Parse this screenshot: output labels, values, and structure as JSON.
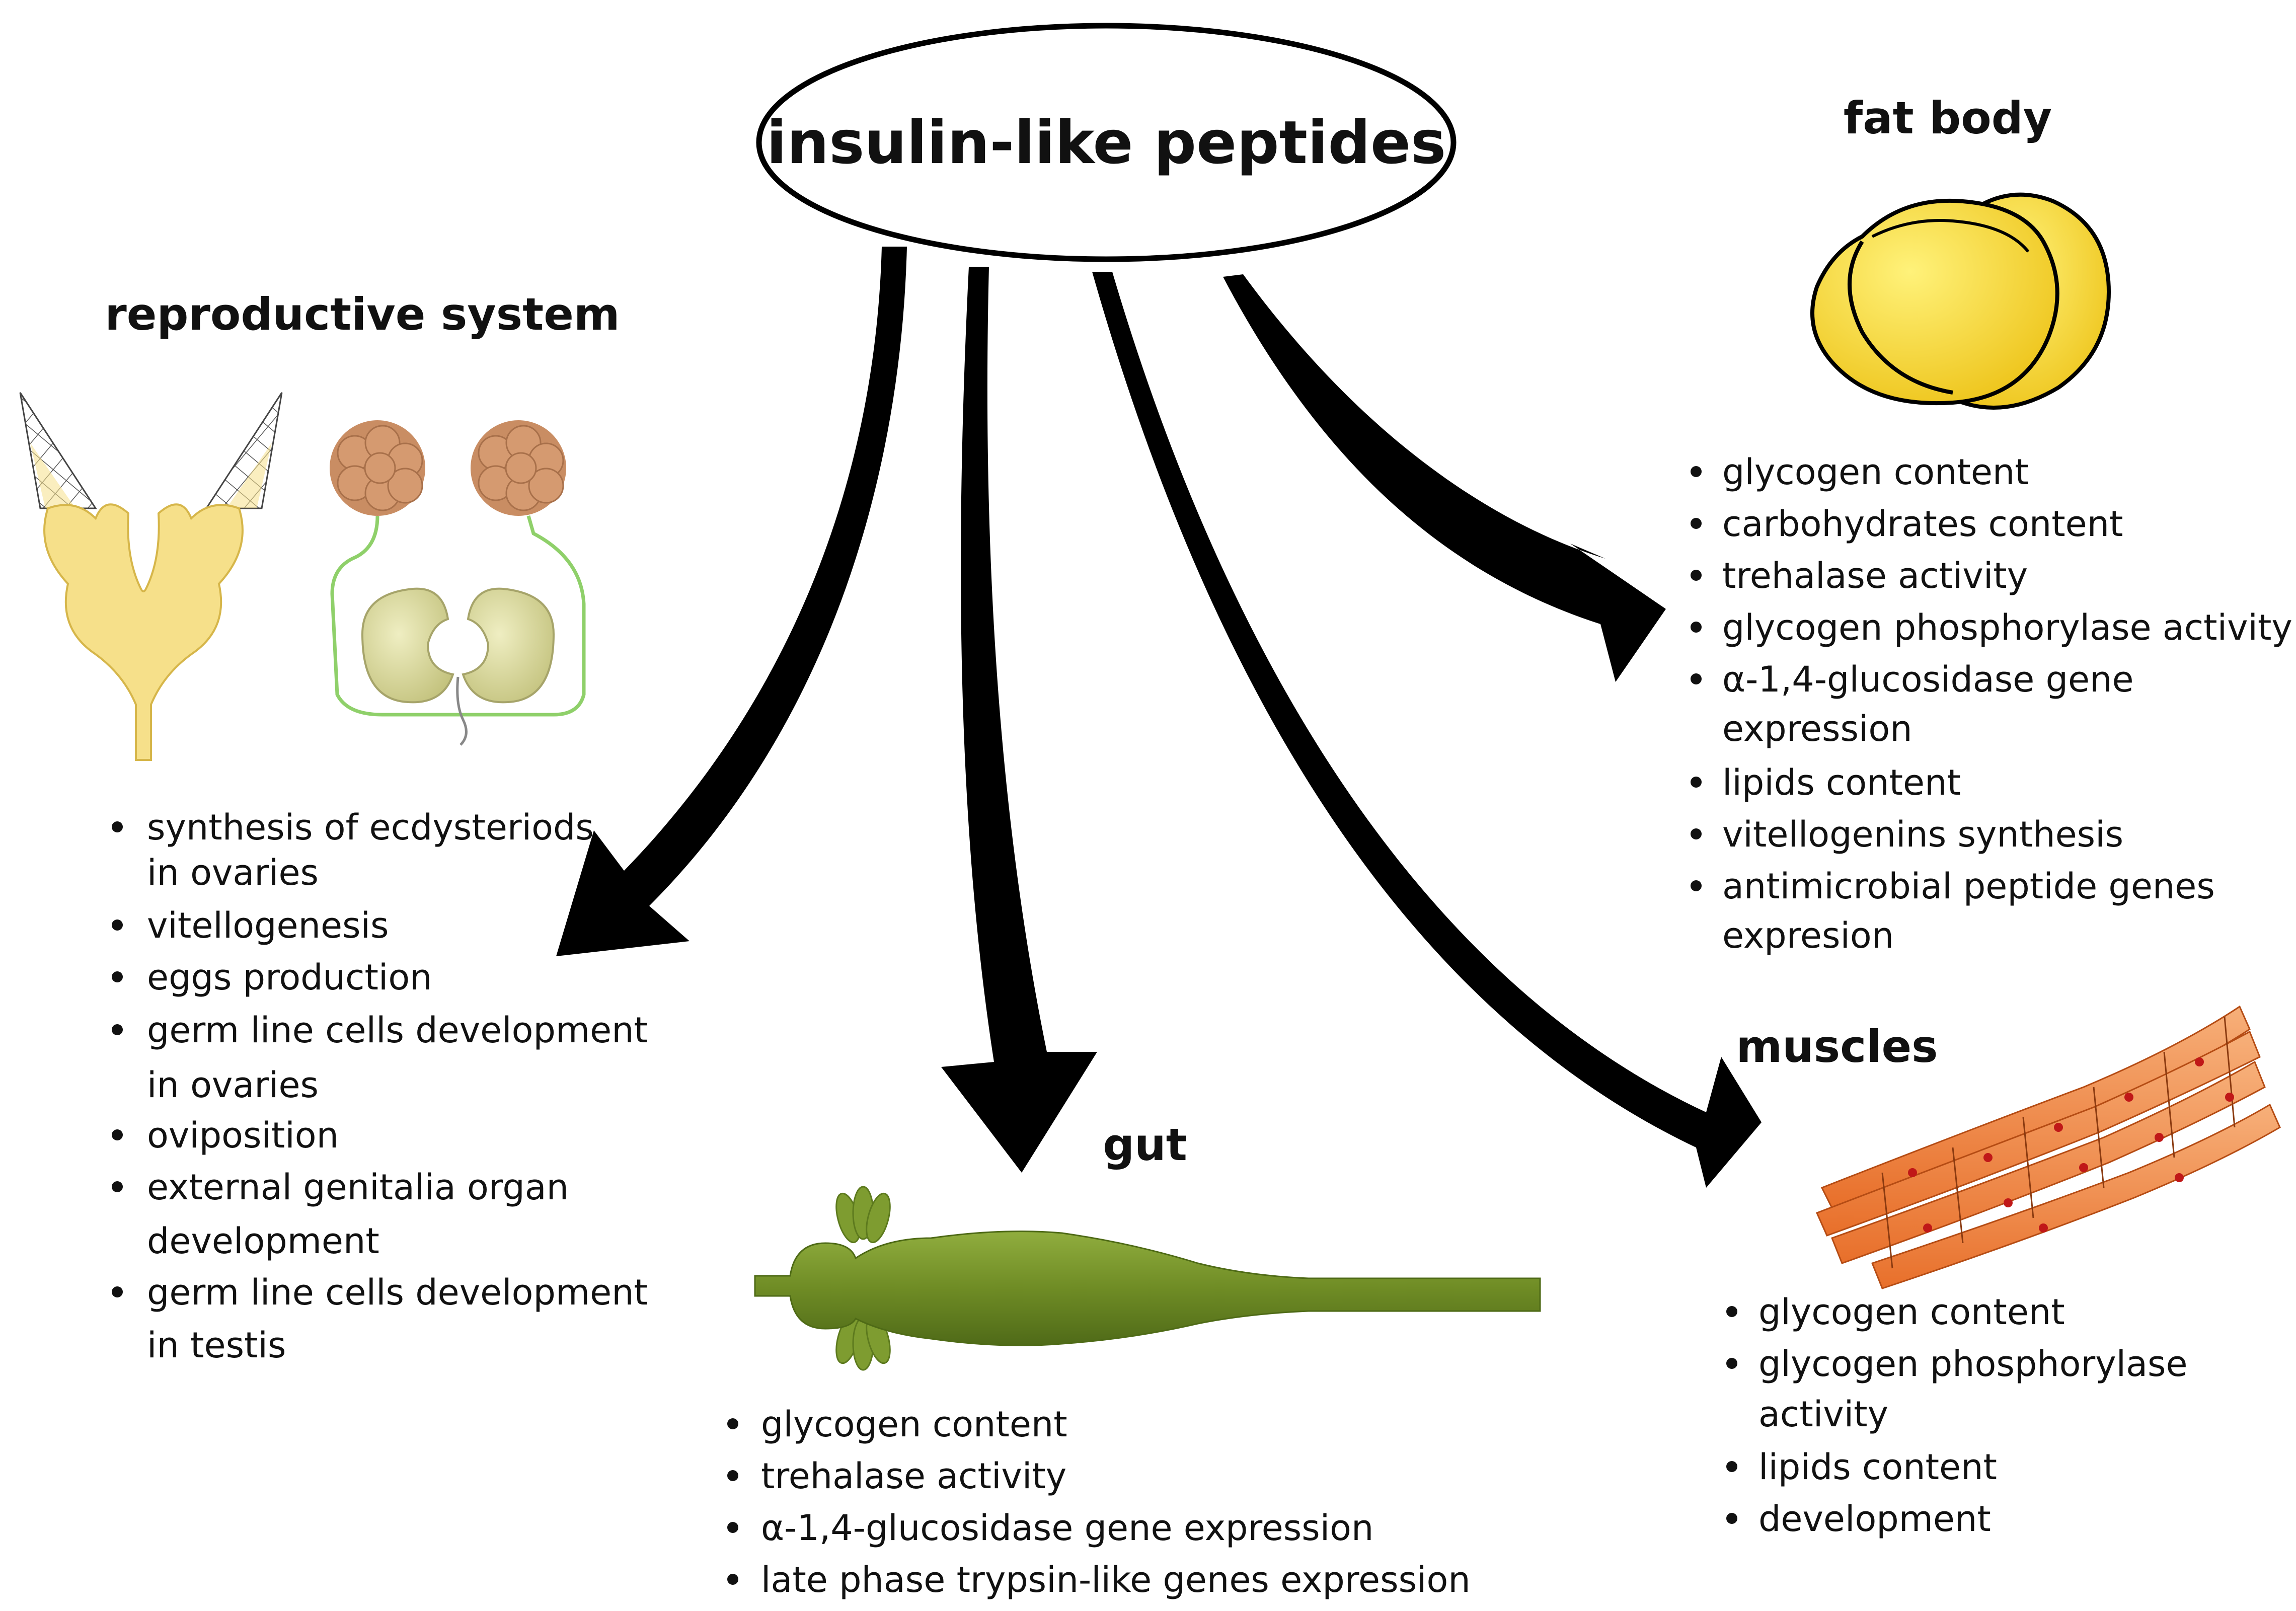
{
  "center": {
    "label": "insulin-like peptides"
  },
  "reproductive": {
    "heading": "reproductive system",
    "items": [
      [
        "synthesis of ecdysteriods",
        "in ovaries"
      ],
      [
        "vitellogenesis"
      ],
      [
        "eggs production"
      ],
      [
        "germ line cells development",
        "in ovaries"
      ],
      [
        "oviposition"
      ],
      [
        "external genitalia organ",
        "development"
      ],
      [
        "germ line cells development",
        "in testis"
      ]
    ]
  },
  "gut": {
    "heading": "gut",
    "items": [
      [
        "glycogen content"
      ],
      [
        "trehalase activity"
      ],
      [
        "α-1,4-glucosidase gene expression"
      ],
      [
        "late phase trypsin-like genes expression"
      ]
    ]
  },
  "fat_body": {
    "heading": "fat body",
    "items": [
      [
        "glycogen content"
      ],
      [
        "carbohydrates content"
      ],
      [
        "trehalase activity"
      ],
      [
        "glycogen phosphorylase activity"
      ],
      [
        "α-1,4-glucosidase gene",
        "expression"
      ],
      [
        "lipids content"
      ],
      [
        "vitellogenins synthesis"
      ],
      [
        "antimicrobial peptide genes",
        "expresion"
      ]
    ]
  },
  "muscles": {
    "heading": "muscles",
    "items": [
      [
        "glycogen content"
      ],
      [
        "glycogen phosphorylase",
        "activity"
      ],
      [
        "lipids content"
      ],
      [
        "development"
      ]
    ]
  },
  "icons": {
    "reproductive_female": "ovary-icon",
    "reproductive_male": "testis-icon",
    "gut": "gut-icon",
    "fat_body": "fat-body-icon",
    "muscles": "muscle-fibers-icon"
  },
  "colors": {
    "arrow": "#000000",
    "ovary": "#f6e08a",
    "testis_sphere": "#c98d63",
    "gut": "#6f8c25",
    "fat_body": "#f2d230",
    "muscle": "#f08a45"
  }
}
